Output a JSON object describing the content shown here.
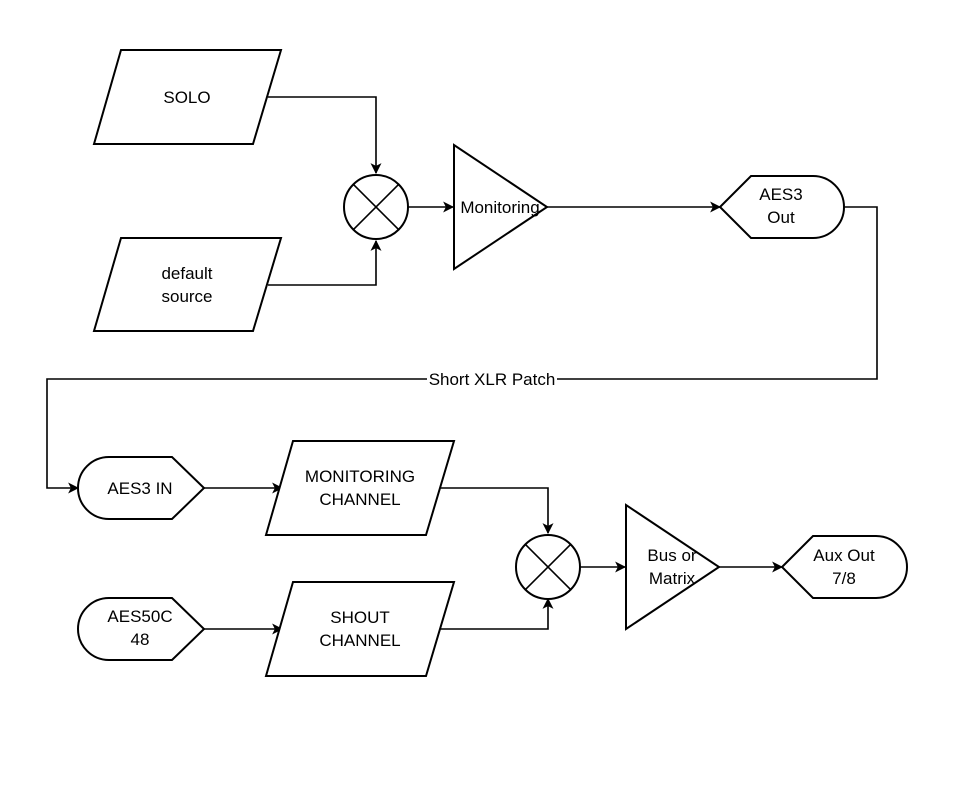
{
  "colors": {
    "stroke": "#000000",
    "fill": "#ffffff",
    "background": "#ffffff"
  },
  "nodes": {
    "solo": "SOLO",
    "default_source": [
      "default",
      "source"
    ],
    "monitoring": "Monitoring",
    "aes3_out": [
      "AES3",
      "Out"
    ],
    "aes3_in": "AES3 IN",
    "monitoring_channel": [
      "MONITORING",
      "CHANNEL"
    ],
    "aes50c_48": [
      "AES50C",
      "48"
    ],
    "shout_channel": [
      "SHOUT",
      "CHANNEL"
    ],
    "bus_or_matrix": [
      "Bus or",
      "Matrix"
    ],
    "aux_out": [
      "Aux Out",
      "7/8"
    ]
  },
  "edges": {
    "short_xlr_patch": "Short XLR Patch"
  },
  "icons": {
    "summing_junction_top": "summing-junction-icon",
    "summing_junction_bottom": "summing-junction-icon"
  }
}
